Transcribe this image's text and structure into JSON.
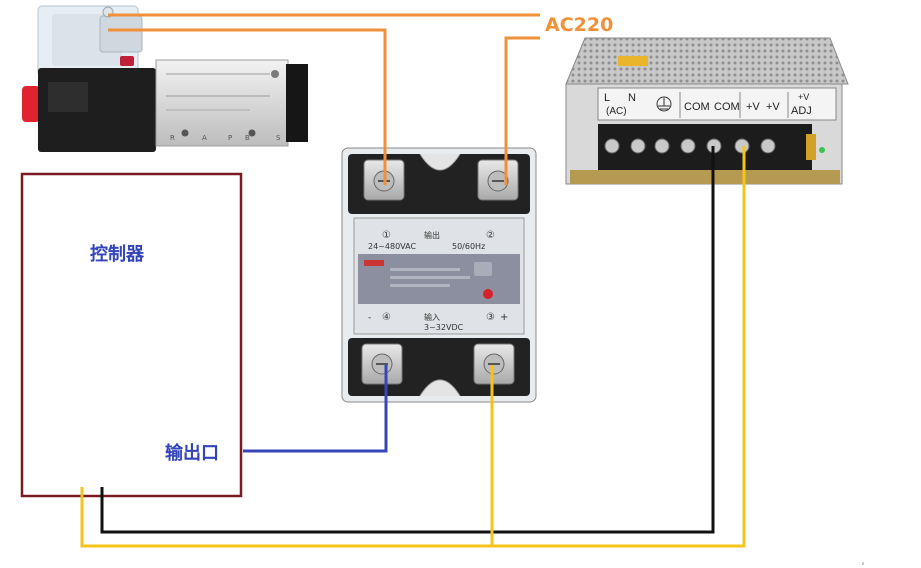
{
  "labels": {
    "ac": "AC220",
    "controller": "控制器",
    "output_port": "输出口"
  },
  "valve": {
    "ports": [
      "R",
      "A",
      "P",
      "B",
      "S"
    ]
  },
  "relay": {
    "top_pins": [
      "①",
      "②"
    ],
    "output_text": "输出",
    "output_rating": "24~480VAC",
    "output_freq": "50/60Hz",
    "input_text": "输入",
    "input_rating": "3~32VDC",
    "bottom_pins": [
      "④",
      "③"
    ],
    "minus": "-",
    "plus": "+"
  },
  "psu": {
    "terminal_labels": [
      "L",
      "N",
      "(AC)",
      "COM",
      "COM",
      "+V",
      "+V",
      "+V",
      "ADJ"
    ]
  },
  "colors": {
    "ac_wire": "#f0913a",
    "signal_wire": "#3546b8",
    "positive_wire": "#f5c41a",
    "negative_wire": "#111111",
    "controller_border": "#7a1a22",
    "label_orange": "#f0913a",
    "label_blue": "#3344bb"
  }
}
